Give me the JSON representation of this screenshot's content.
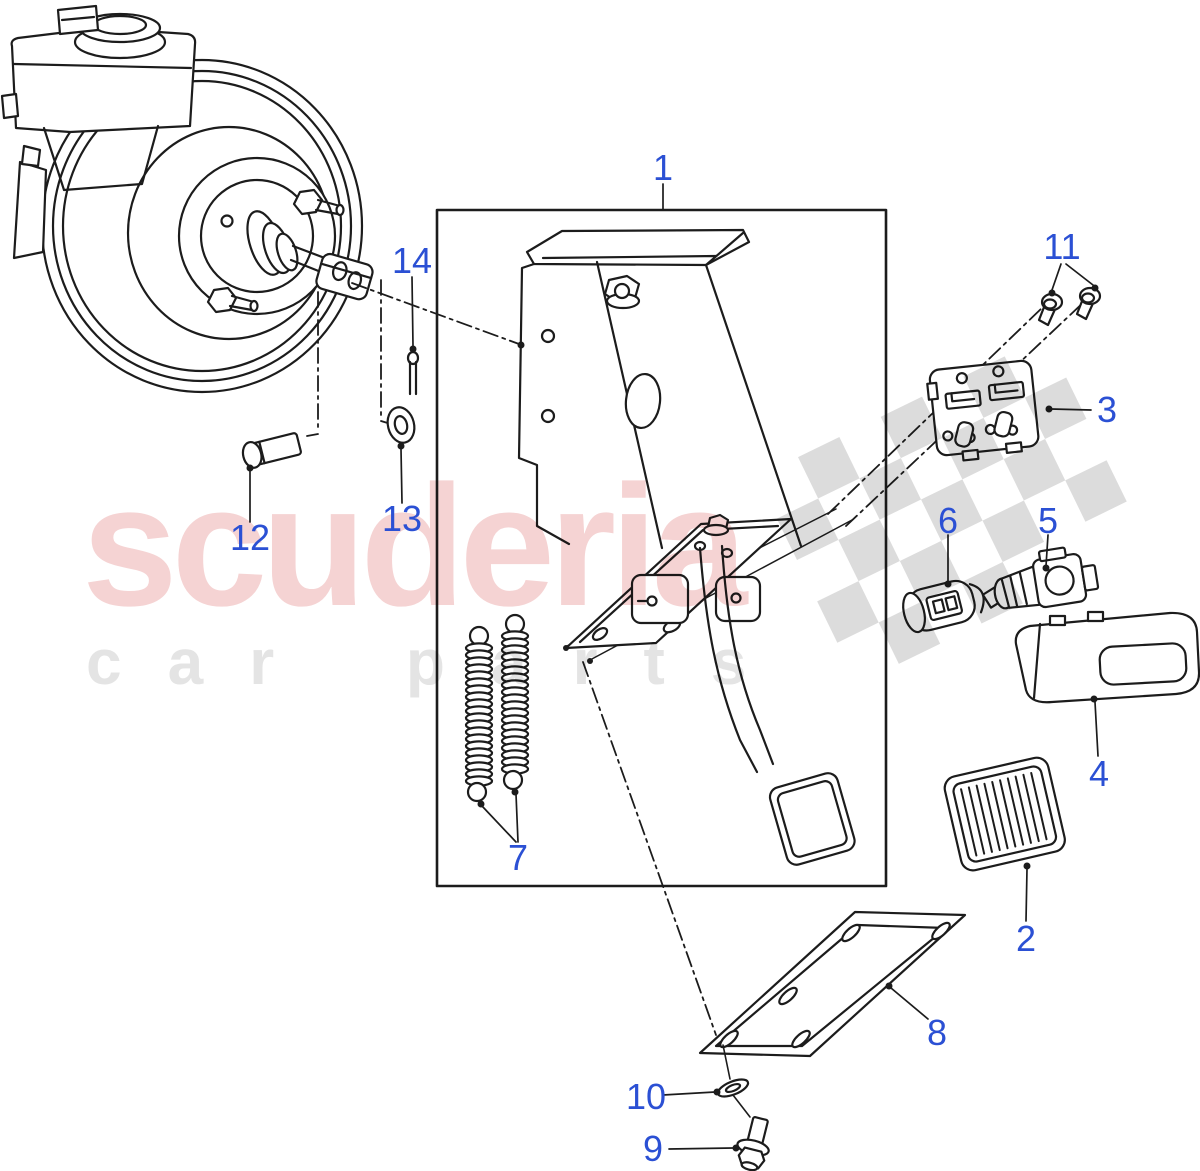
{
  "watermark": {
    "brand": "scuderia",
    "tagline": "car parts",
    "brand_color": "#f5d3d3",
    "tagline_color": "#e4e4e4",
    "flag_color": "#dcdcdc"
  },
  "colors": {
    "background": "#ffffff",
    "line": "#1c1c1c",
    "callout": "#2b50d4"
  },
  "callouts": [
    {
      "label": "1"
    },
    {
      "label": "2"
    },
    {
      "label": "3"
    },
    {
      "label": "4"
    },
    {
      "label": "5"
    },
    {
      "label": "6"
    },
    {
      "label": "7"
    },
    {
      "label": "8"
    },
    {
      "label": "9"
    },
    {
      "label": "10"
    },
    {
      "label": "11"
    },
    {
      "label": "12"
    },
    {
      "label": "13"
    },
    {
      "label": "14"
    }
  ]
}
